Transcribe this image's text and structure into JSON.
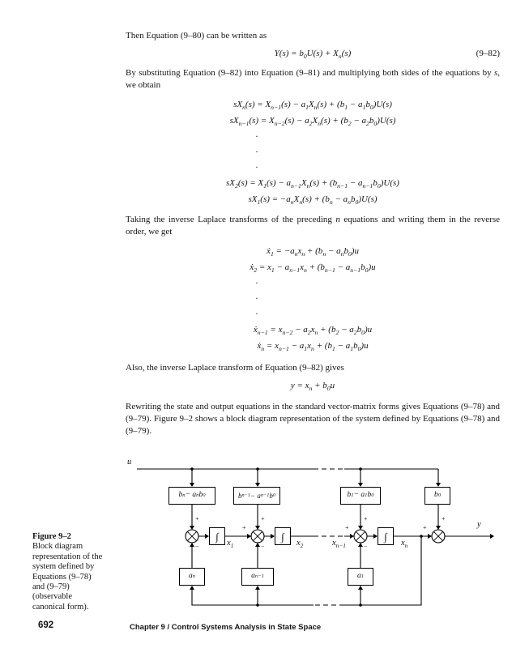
{
  "content": {
    "p1": "Then Equation (9–80) can be written as",
    "eq82": {
      "body": "Y(s) = b<sub>0</sub>U(s) + X<sub>n</sub>(s)",
      "number": "(9–82)"
    },
    "p2": "By substituting Equation (9–82) into Equation (9–81) and multiplying both sides of the equations by <i>s</i>, we obtain",
    "eq_block_s": [
      "sX<sub>n</sub>(s) = X<sub>n−1</sub>(s) − a<sub>1</sub>X<sub>n</sub>(s) + (b<sub>1</sub> − a<sub>1</sub>b<sub>0</sub>)U(s)",
      "sX<sub>n−1</sub>(s) = X<sub>n−2</sub>(s) − a<sub>2</sub>X<sub>n</sub>(s) + (b<sub>2</sub> − a<sub>2</sub>b<sub>0</sub>)U(s)",
      "sX<sub>2</sub>(s) = X<sub>1</sub>(s) − a<sub>n−1</sub>X<sub>n</sub>(s) + (b<sub>n−1</sub> − a<sub>n−1</sub>b<sub>0</sub>)U(s)",
      "sX<sub>1</sub>(s) = −a<sub>n</sub>X<sub>n</sub>(s) + (b<sub>n</sub> − a<sub>n</sub>b<sub>0</sub>)U(s)"
    ],
    "p3": "Taking the inverse Laplace transforms of the preceding <i>n</i> equations and writing them in the reverse order, we get",
    "eq_block_x": [
      "ẋ<sub>1</sub> = −a<sub>n</sub>x<sub>n</sub> + (b<sub>n</sub> − a<sub>n</sub>b<sub>0</sub>)u",
      "ẋ<sub>2</sub> = x<sub>1</sub> − a<sub>n−1</sub>x<sub>n</sub> + (b<sub>n−1</sub> − a<sub>n−1</sub>b<sub>0</sub>)u",
      "ẋ<sub>n−1</sub> = x<sub>n−2</sub> − a<sub>2</sub>x<sub>n</sub> + (b<sub>2</sub> − a<sub>2</sub>b<sub>0</sub>)u",
      "ẋ<sub>n</sub> = x<sub>n−1</sub> − a<sub>1</sub>x<sub>n</sub> + (b<sub>1</sub> − a<sub>1</sub>b<sub>0</sub>)u"
    ],
    "vdots": "·",
    "p4": "Also, the inverse Laplace transform of Equation (9–82) gives",
    "eq_y": "y = x<sub>n</sub> + b<sub>0</sub>u",
    "p5": "Rewriting the state and output equations in the standard vector-matrix forms gives Equations (9–78) and (9–79). Figure 9–2 shows a block diagram representation of the system defined by Equations (9–78) and (9–79)."
  },
  "figure": {
    "caption": {
      "title": "Figure 9–2",
      "lines": [
        "Block diagram",
        "representation of the",
        "system defined by",
        "Equations (9–78)",
        "and (9–79)",
        "(observable",
        "canonical form)."
      ]
    },
    "labels": {
      "input": "u",
      "output": "y",
      "x1": "x<sub>1</sub>",
      "x2": "x<sub>2</sub>",
      "xn1": "x<sub>n−1</sub>",
      "xn": "x<sub>n</sub>",
      "b_n": "b<sub>n</sub> − a<sub>n</sub>b<sub>0</sub>",
      "b_n1": "b<sub>n−1</sub> − a<sub>n−1</sub>b<sub>0</sub>",
      "b_1": "b<sub>1</sub> − a<sub>1</sub>b<sub>0</sub>",
      "b_0": "b<sub>0</sub>",
      "a_n": "a<sub>n</sub>",
      "a_n1": "a<sub>n−1</sub>",
      "a_1": "a<sub>1</sub>",
      "integrator": "∫",
      "plus": "+",
      "minus": "−"
    }
  },
  "footer": {
    "page_number": "692",
    "running_title": "Chapter 9  /  Control Systems Analysis in State Space"
  }
}
